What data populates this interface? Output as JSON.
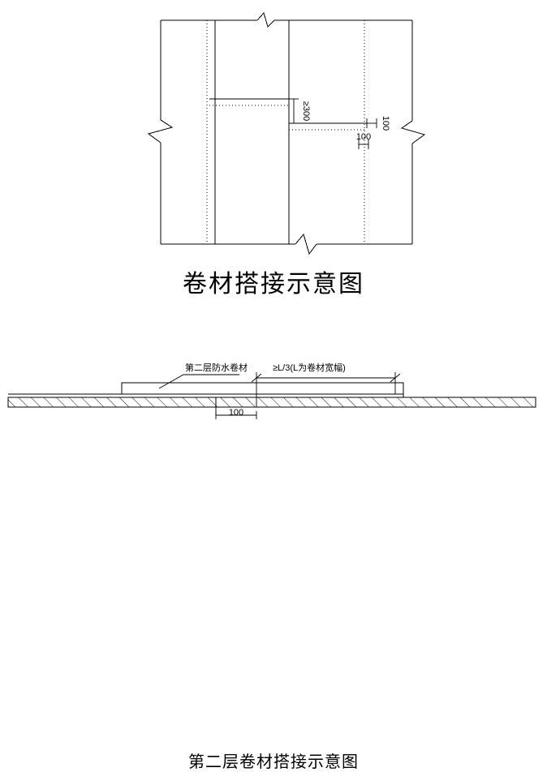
{
  "document": {
    "type": "technical-drawing",
    "subject": "waterproof membrane roll lap joint details"
  },
  "top_figure": {
    "name": "membrane-lap-diagram",
    "caption": "卷材搭接示意图",
    "dimensions": {
      "vertical_lap": "≥300",
      "edge_offset_upper": "100",
      "edge_offset_lower": "100"
    }
  },
  "bottom_figure": {
    "name": "second-layer-lap-diagram",
    "caption": "第二层卷材搭接示意图",
    "labels": {
      "membrane_label": "第二层防水卷材",
      "offset_note": "≥L/3(L为卷材宽幅)",
      "base_dimension": "100"
    }
  },
  "colors": {
    "line": "#000000",
    "background": "#ffffff"
  }
}
